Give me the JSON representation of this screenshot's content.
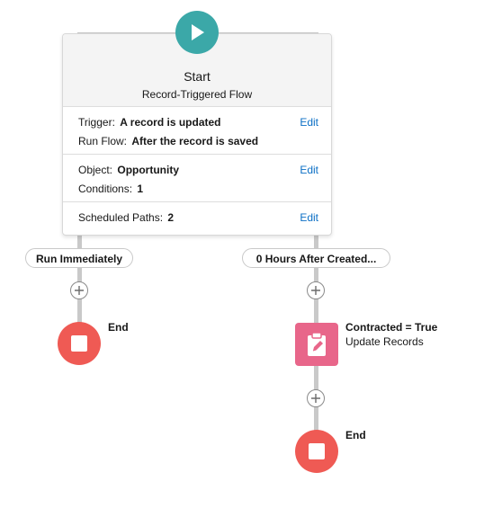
{
  "start": {
    "title": "Start",
    "subtitle": "Record-Triggered Flow",
    "color": "#3ba8a8",
    "icon": "play-icon",
    "sections": [
      {
        "rows": [
          {
            "label": "Trigger:",
            "value": "A record is updated"
          },
          {
            "label": "Run Flow:",
            "value": "After the record is saved"
          }
        ],
        "edit_label": "Edit"
      },
      {
        "rows": [
          {
            "label": "Object:",
            "value": "Opportunity"
          },
          {
            "label": "Conditions:",
            "value": "1"
          }
        ],
        "edit_label": "Edit"
      },
      {
        "rows": [
          {
            "label": "Scheduled Paths:",
            "value": "2"
          }
        ],
        "edit_label": "Edit"
      }
    ]
  },
  "paths": [
    {
      "label": "Run Immediately",
      "end_label": "End"
    },
    {
      "label": "0 Hours After Created...",
      "element": {
        "title": "Contracted = True",
        "type": "Update Records",
        "color": "#e8668a",
        "icon": "clipboard-edit-icon"
      },
      "end_label": "End"
    }
  ],
  "end_color": "#ef5a54",
  "edit_link_color": "#0b6fc5"
}
